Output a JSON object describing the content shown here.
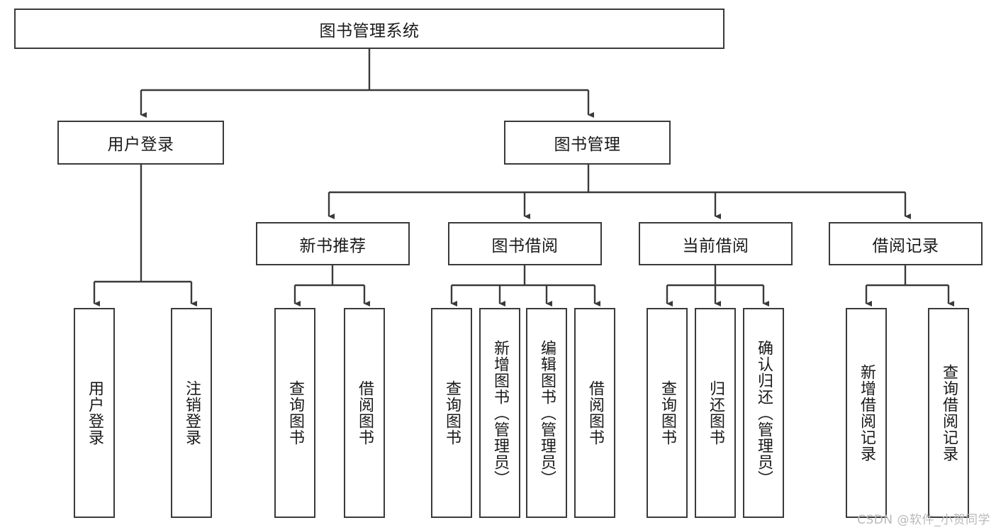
{
  "diagram": {
    "type": "hierarchy-tree",
    "title": "图书管理系统",
    "nodes": {
      "root": {
        "label": "图书管理系统"
      },
      "level2": [
        {
          "id": "user-login",
          "label": "用户登录"
        },
        {
          "id": "book-management",
          "label": "图书管理"
        }
      ],
      "level3": [
        {
          "id": "new-book-recommend",
          "label": "新书推荐"
        },
        {
          "id": "book-borrow",
          "label": "图书借阅"
        },
        {
          "id": "current-borrow",
          "label": "当前借阅"
        },
        {
          "id": "borrow-record",
          "label": "借阅记录"
        }
      ],
      "leaves": {
        "user_login": [
          {
            "id": "leaf-user-login",
            "label": "用户登录"
          },
          {
            "id": "leaf-logout-login",
            "label": "注销登录"
          }
        ],
        "new_book_recommend": [
          {
            "id": "leaf-query-book-1",
            "label": "查询图书"
          },
          {
            "id": "leaf-borrow-book-1",
            "label": "借阅图书"
          }
        ],
        "book_borrow": [
          {
            "id": "leaf-query-book-2",
            "label": "查询图书"
          },
          {
            "id": "leaf-add-book-admin",
            "label": "新增图书（管理员）"
          },
          {
            "id": "leaf-edit-book-admin",
            "label": "编辑图书（管理员）"
          },
          {
            "id": "leaf-borrow-book-2",
            "label": "借阅图书"
          }
        ],
        "current_borrow": [
          {
            "id": "leaf-query-book-3",
            "label": "查询图书"
          },
          {
            "id": "leaf-return-book",
            "label": "归还图书"
          },
          {
            "id": "leaf-confirm-return-admin",
            "label": "确认归还（管理员）"
          }
        ],
        "borrow_record": [
          {
            "id": "leaf-add-borrow-record",
            "label": "新增借阅记录"
          },
          {
            "id": "leaf-query-borrow-record",
            "label": "查询借阅记录"
          }
        ]
      }
    },
    "colors": {
      "stroke": "#3a3a3a",
      "text": "#1a1a1a",
      "background": "#ffffff",
      "watermark": "#b9b9b9"
    }
  },
  "watermark": {
    "text": "CSDN @软件_小贺同学"
  }
}
